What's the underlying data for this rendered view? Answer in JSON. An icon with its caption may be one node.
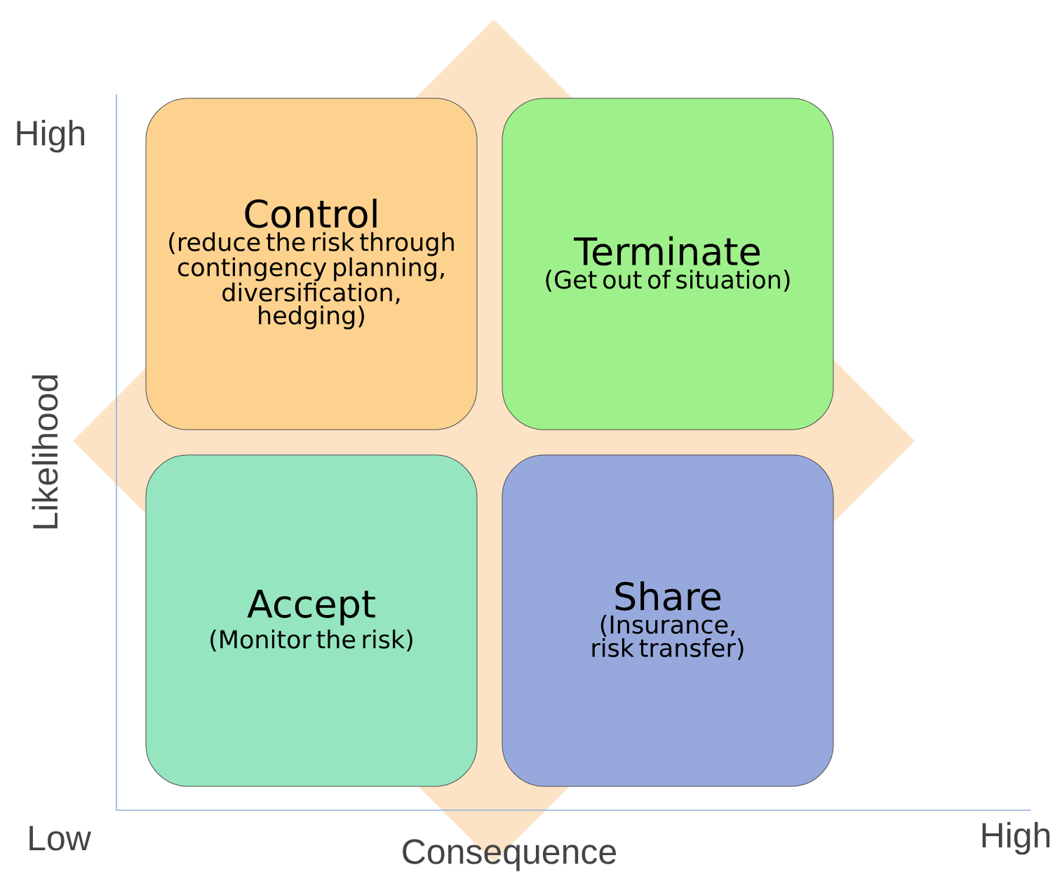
{
  "diagram": {
    "nodes": [
      {
        "text": [
          "Control",
          "(reduce the risk through contingency planning, diversification, hedging)"
        ]
      },
      {
        "text": [
          "Terminate",
          "(Get out of situation)"
        ]
      },
      {
        "text": [
          "Accept",
          "(Monitor the risk)"
        ]
      },
      {
        "text": [
          "Share",
          "(Insurance, risk transfer)"
        ]
      }
    ],
    "labels": [
      "High",
      "Likelihood",
      "Low",
      "Consequence",
      "High"
    ]
  }
}
